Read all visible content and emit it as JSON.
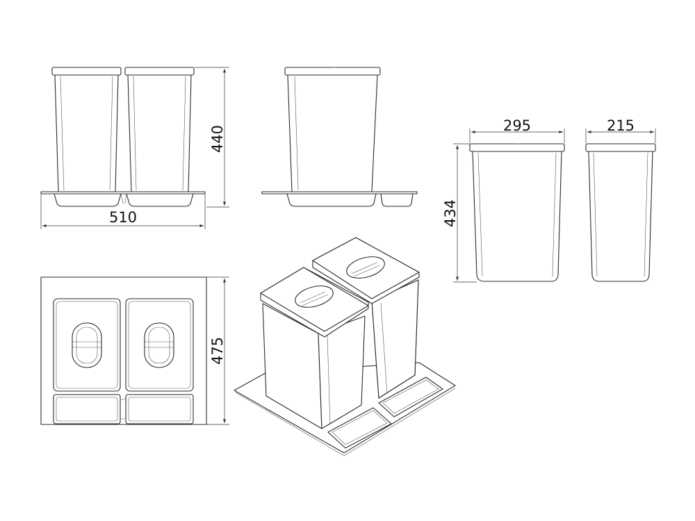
{
  "dimensions": {
    "total_width": "510",
    "total_height": "440",
    "depth": "475",
    "bin_height": "434",
    "large_bin_width": "295",
    "small_bin_width": "215"
  },
  "views": [
    "front-view",
    "side-view",
    "bin-views",
    "top-view",
    "isometric-view"
  ]
}
